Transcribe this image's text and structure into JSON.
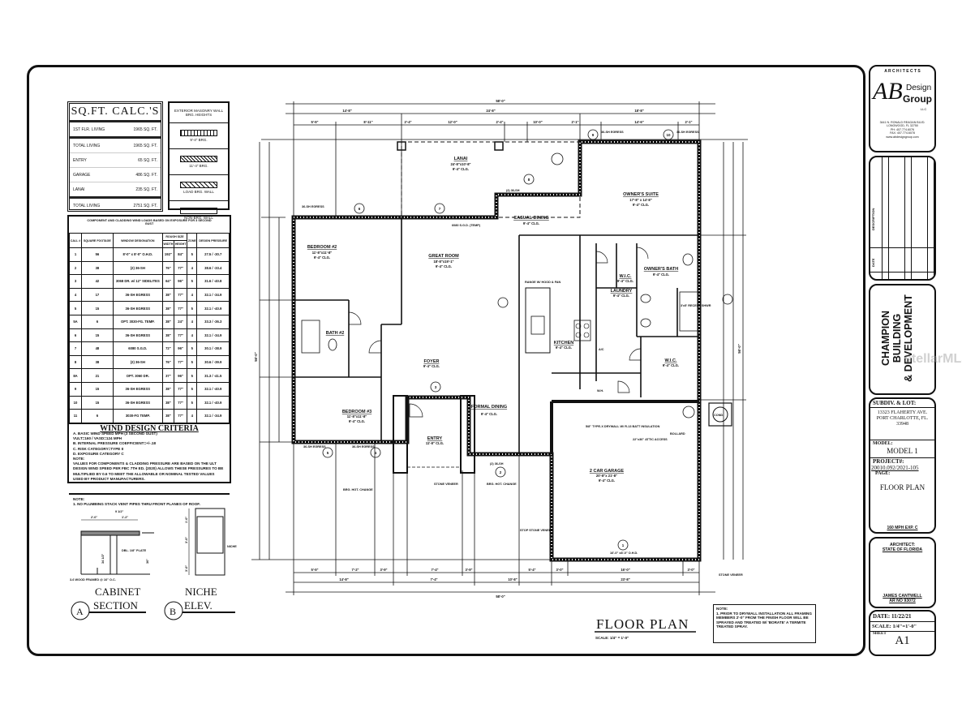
{
  "sqft_calc": {
    "title": "SQ.FT. CALC.'S",
    "rows": [
      {
        "label": "1ST FLR. LIVING",
        "value": "1965 SQ. FT."
      },
      {
        "label": "TOTAL LIVING",
        "value": "1965 SQ. FT."
      },
      {
        "label": "ENTRY",
        "value": "65 SQ. FT."
      },
      {
        "label": "GARAGE",
        "value": "486 SQ. FT."
      },
      {
        "label": "LANAI",
        "value": "235 SQ. FT."
      },
      {
        "label": "TOTAL LIVING",
        "value": "2751 SQ. FT."
      }
    ]
  },
  "masonry_legend": {
    "title": "EXTERIOR MASONRY WALL BRG. HEIGHTS",
    "items": [
      "9'-4\" BRG.",
      "11'-4\" BRG.",
      "LOAD BRG. WALL",
      "NON-BRG. WALL"
    ]
  },
  "component_table": {
    "title": "COMPONENT AND CLADDING WIND LOADS BASED ON EXPOSURE FOR 3 SECOND GUST",
    "headers": [
      "CALL #",
      "SQUARE FOOTAGE",
      "WINDOW DESIGNATION",
      "ROUGH SIZE",
      "ZONE",
      "DESIGN PRESSURE"
    ],
    "subheaders": [
      "WIDTH",
      "HEIGHT"
    ],
    "rows": [
      [
        "1",
        "56",
        "8'-0\" x 8'-0\" O.H.D.",
        "192\"",
        "84\"",
        "5",
        "27.5 / -30.7"
      ],
      [
        "2",
        "38",
        "(2) 36-SH",
        "76\"",
        "77\"",
        "4",
        "38.6 / -33.4"
      ],
      [
        "3",
        "42",
        "3068 DR. w/ 12\" SIDELITES",
        "64\"",
        "96\"",
        "5",
        "31.6 / -40.8"
      ],
      [
        "4",
        "17",
        "36-SH EGRESS",
        "38\"",
        "77\"",
        "4",
        "32.1 / -34.9"
      ],
      [
        "5",
        "15",
        "36-SH EGRESS",
        "38\"",
        "77\"",
        "5",
        "32.1 / -40.9"
      ],
      [
        "5A",
        "6",
        "OPT. 3030-FG. TEMP.",
        "38\"",
        "24\"",
        "4",
        "33.3 / -36.3"
      ],
      [
        "6",
        "15",
        "36-SH EGRESS",
        "38\"",
        "77\"",
        "4",
        "32.1 / -34.9"
      ],
      [
        "7",
        "48",
        "6080 S.G.D.",
        "72\"",
        "96\"",
        "5",
        "30.1 / -38.9"
      ],
      [
        "8",
        "38",
        "(2) 36-SH",
        "76\"",
        "77\"",
        "5",
        "30.6 / -39.9"
      ],
      [
        "8A",
        "21",
        "OPT. 3060 DR.",
        "37\"",
        "96\"",
        "5",
        "31.3 / -41.5"
      ],
      [
        "9",
        "15",
        "36-SH EGRESS",
        "38\"",
        "77\"",
        "5",
        "32.1 / -40.9"
      ],
      [
        "10",
        "15",
        "36-SH EGRESS",
        "38\"",
        "77\"",
        "5",
        "32.1 / -40.9"
      ],
      [
        "11",
        "6",
        "3030-FG TEMP.",
        "38\"",
        "77\"",
        "4",
        "32.1 / -34.9"
      ]
    ]
  },
  "wind_criteria": {
    "title": "WIND DESIGN CRITERIA",
    "lines": [
      "A.   BASIC WIND SPEED MPH (3 SECOND GUST)",
      "      VULT=160 / VASD=124 MPH",
      "B.   INTERNAL PRESSURE COEFFICIENT=+/-.18",
      "C.   RISK CATEGORY=TYPE II",
      "D.   EXPOSURE CATEGORY C",
      "NOTE:",
      "VALUES FOR COMPONENTS & CLADDING PRESSURE ARE BASED ON THE ULT DESIGN WIND SPEED PER FBC 7TH ED. (2020) ALLOWS THESE PRESSURES TO BE MULTIPLIED BY 0.6 TO MEET THE ALLOWABLE OR NOMINAL TESTED VALUES USED BY PRODUCT MANUFACTURERS."
    ],
    "note_label": "NOTE:",
    "note": "1.   NO PLUMBING STACK VENT PIPES THRU FRONT PLANES OF ROOF."
  },
  "details": {
    "cabinet": {
      "letter": "A",
      "title1": "CABINET",
      "title2": "SECTION",
      "dims": [
        "2'-0\"",
        "1'-2\"",
        "9 1/2\"",
        "34 1/2\"",
        "36\""
      ],
      "notes": [
        "DBL. 1/8\" PLATE",
        "3-6 WOOD FRAMED @ 16\" O.C."
      ]
    },
    "niche": {
      "letter": "B",
      "title1": "NICHE",
      "title2": "ELEV.",
      "dims": [
        "1'-0\"",
        "3'-0\"",
        "3'-0\""
      ],
      "notes": [
        "NICHE"
      ]
    }
  },
  "floor_plan": {
    "title": "FLOOR PLAN",
    "scale": "SCALE: 1/4\" = 1'-0\"",
    "rooms": [
      {
        "name": "LANAI",
        "dims": "24'-8\"x10'-8\"",
        "clg": "9'-4\" CLG."
      },
      {
        "name": "OWNER'S SUITE",
        "dims": "17'-8\" x 14'-8\"",
        "clg": "9'-4\" CLG."
      },
      {
        "name": "BEDROOM #2",
        "dims": "11'-8\"x11'-8\"",
        "clg": "9'-4\" CLG."
      },
      {
        "name": "GREAT ROOM",
        "dims": "18'-8\"x19'-1\"",
        "clg": "9'-4\" CLG."
      },
      {
        "name": "CASUAL DINING",
        "dims": "",
        "clg": "9'-4\" CLG."
      },
      {
        "name": "BATH #2",
        "dims": "",
        "clg": ""
      },
      {
        "name": "W.I.C.",
        "dims": "",
        "clg": "9'-4\" CLG."
      },
      {
        "name": "OWNER'S BATH",
        "dims": "",
        "clg": "9'-4\" CLG."
      },
      {
        "name": "LAUNDRY",
        "dims": "",
        "clg": "9'-4\" CLG."
      },
      {
        "name": "KITCHEN",
        "dims": "",
        "clg": "9'-4\" CLG."
      },
      {
        "name": "W.I.C.",
        "dims": "",
        "clg": "9'-4\" CLG."
      },
      {
        "name": "FOYER",
        "dims": "",
        "clg": "9'-4\" CLG."
      },
      {
        "name": "BEDROOM #3",
        "dims": "11'-8\"x11'-8\"",
        "clg": "9'-4\" CLG."
      },
      {
        "name": "FORMAL DINING",
        "dims": "",
        "clg": "9'-4\" CLG."
      },
      {
        "name": "ENTRY",
        "dims": "",
        "clg": "11'-8\" CLG."
      },
      {
        "name": "2 CAR GARAGE",
        "dims": "20'-8\"x 21'-8\"",
        "clg": "9'-4\" CLG."
      }
    ],
    "annotations": [
      "6080 S.G.D. (TEMP)",
      "RANGE W/ HOOD & FAN",
      "5/8\" TYPE-X DRYWALL W/ R-13 BATT INSULATION",
      "22\"x36\" ATTIC ACCESS",
      "BOLLARD",
      "BRG. HGT. CHANGE",
      "STONE VENEER",
      "BRG. HGT. CHANGE",
      "STOP STONE VENEER",
      "STONE VENEER",
      "16'-0\" x8'-0\" O.H.D.",
      "3'x5' RECESS SHWR",
      "COND.",
      "A/C",
      "W.H."
    ],
    "window_tags": [
      "36-SH EGRESS",
      "36-SH EGRESS",
      "36-SH EGRESS",
      "(2) 36-SH",
      "36-SH EGRESS",
      "36-SH EGRESS",
      "(2) 36-SH"
    ],
    "call_numbers": [
      "1",
      "2",
      "3",
      "4",
      "5",
      "6",
      "7",
      "8",
      "9",
      "10"
    ],
    "top_dims": {
      "overall": "58'-0\"",
      "mid": [
        "14'-8\"",
        "24'-8\"",
        "18'-8\""
      ],
      "detail": [
        "5'-5\"",
        "8'-11\"",
        "2'-4\"",
        "12'-0\"",
        "2'-4\"",
        "10'-0\"",
        "2'-1\"",
        "14'-6\"",
        "2'-1\""
      ]
    },
    "bottom_dims": {
      "detail": [
        "5'-5\"",
        "7'-2\"",
        "3'-9\"",
        "7'-4\"",
        "3'-9\"",
        "5'-4\"",
        "3'-0\"",
        "16'-0\"",
        "3'-0\""
      ],
      "mid": [
        "14'-8\"",
        "7'-4\"",
        "10'-8\"",
        "23'-8\""
      ],
      "overall": "58'-0\""
    },
    "side_dims": {
      "left": "56'-0\"",
      "right": "56'-0\""
    }
  },
  "framing_note": {
    "label": "NOTE:",
    "text": "1. PRIOR TO DRYWALL INSTALLATION ALL FRAMING MEMBERS 2'-0\" FROM THE FINISH FLOOR WILL BE SPRAYED AND TREATED W/ 'BORATE' A TERMITE TREATED SPRAY."
  },
  "title_block": {
    "firm_header": "A R C H I T E C T S",
    "firm_logo": "AB",
    "firm_name1": "Design",
    "firm_name2": "Group",
    "firm_llc": "LLC",
    "firm_address": [
      "3441 N. RONALD REAGAN BLVD.",
      "LONGWOOD, FL 32750",
      "PH: 407.774.6076",
      "FAX: 407.774.6078",
      "www.abdesigngroup.com"
    ],
    "revision_labels": {
      "description": "DESCRIPTION",
      "date": "DATE"
    },
    "client": [
      "CHAMPION",
      "BUILDING",
      "& DEVELOPMENT"
    ],
    "subdiv_label": "SUBDIV. & LOT:",
    "subdiv": [
      "13323 FLAHERTY AVE.",
      "PORT CHARLOTTE, FL.",
      "33948"
    ],
    "model_label": "MODEL:",
    "model": "MODEL 1",
    "project_label": "PROJECT#:",
    "project": "20010.092/2021-105",
    "page_label": "PAGE:",
    "page": "FLOOR PLAN",
    "wind": "160 MPH EXP. C",
    "architect_label": [
      "ARCHITECT:",
      "STATE OF FLORIDA"
    ],
    "architect": [
      "JAMES CANTWELL",
      "AR NO 93072"
    ],
    "date": "DATE: 11/22/21",
    "scale": "SCALE: 1/4\"=1'-0\"",
    "sheet_label": "SHEET",
    "sheet": "A1"
  },
  "watermark": "stellarMLS",
  "colors": {
    "ink": "#111111",
    "paper": "#ffffff"
  }
}
